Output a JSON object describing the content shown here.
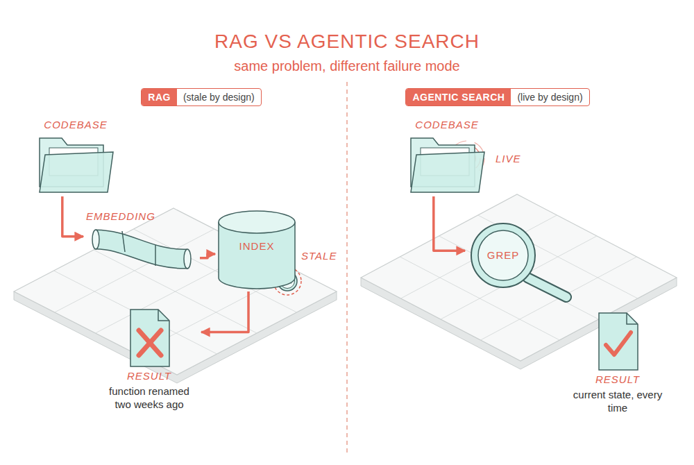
{
  "diagram": {
    "title": "RAG VS AGENTIC SEARCH",
    "nodes": [
      {
        "text": [
          "RAG",
          "(stale by design)"
        ]
      },
      {
        "text": [
          "CODEBASE"
        ]
      },
      {
        "text": [
          "EMBEDDING"
        ]
      },
      {
        "text": [
          "INDEX"
        ]
      },
      {
        "text": [
          "RESULT",
          "function renamed two weeks ago"
        ]
      },
      {
        "text": [
          "AGENTIC SEARCH",
          "(live by design)"
        ]
      },
      {
        "text": [
          "CODEBASE"
        ]
      },
      {
        "text": [
          "GREP"
        ]
      },
      {
        "text": [
          "RESULT",
          "current state, every time"
        ]
      }
    ],
    "edges": [
      {
        "from": 1,
        "to": 2,
        "arrow": "to"
      },
      {
        "from": 2,
        "to": 3,
        "arrow": "to"
      },
      {
        "from": 3,
        "to": 4,
        "arrow": "to"
      },
      {
        "from": 6,
        "to": 7,
        "arrow": "to"
      }
    ],
    "labels": [
      "same problem, different failure mode",
      "STALE",
      "LIVE"
    ]
  }
}
